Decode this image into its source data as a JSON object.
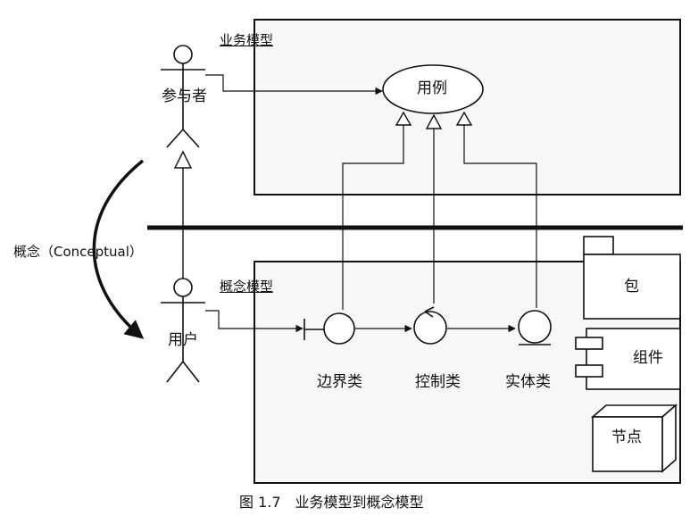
{
  "business_model": {
    "title": "业务模型",
    "actor": "参与者",
    "use_case": "用例"
  },
  "concept_model": {
    "title": "概念模型",
    "actor": "用户",
    "classes": {
      "boundary": "边界类",
      "control": "控制类",
      "entity": "实体类"
    },
    "elements": {
      "package": "包",
      "component": "组件",
      "node": "节点"
    }
  },
  "transition_label": "概念（Conceptual）",
  "caption": "图 1.7　业务模型到概念模型",
  "colors": {
    "line": "#111111",
    "box_fill": "#f7f7f7",
    "background": "#ffffff"
  }
}
